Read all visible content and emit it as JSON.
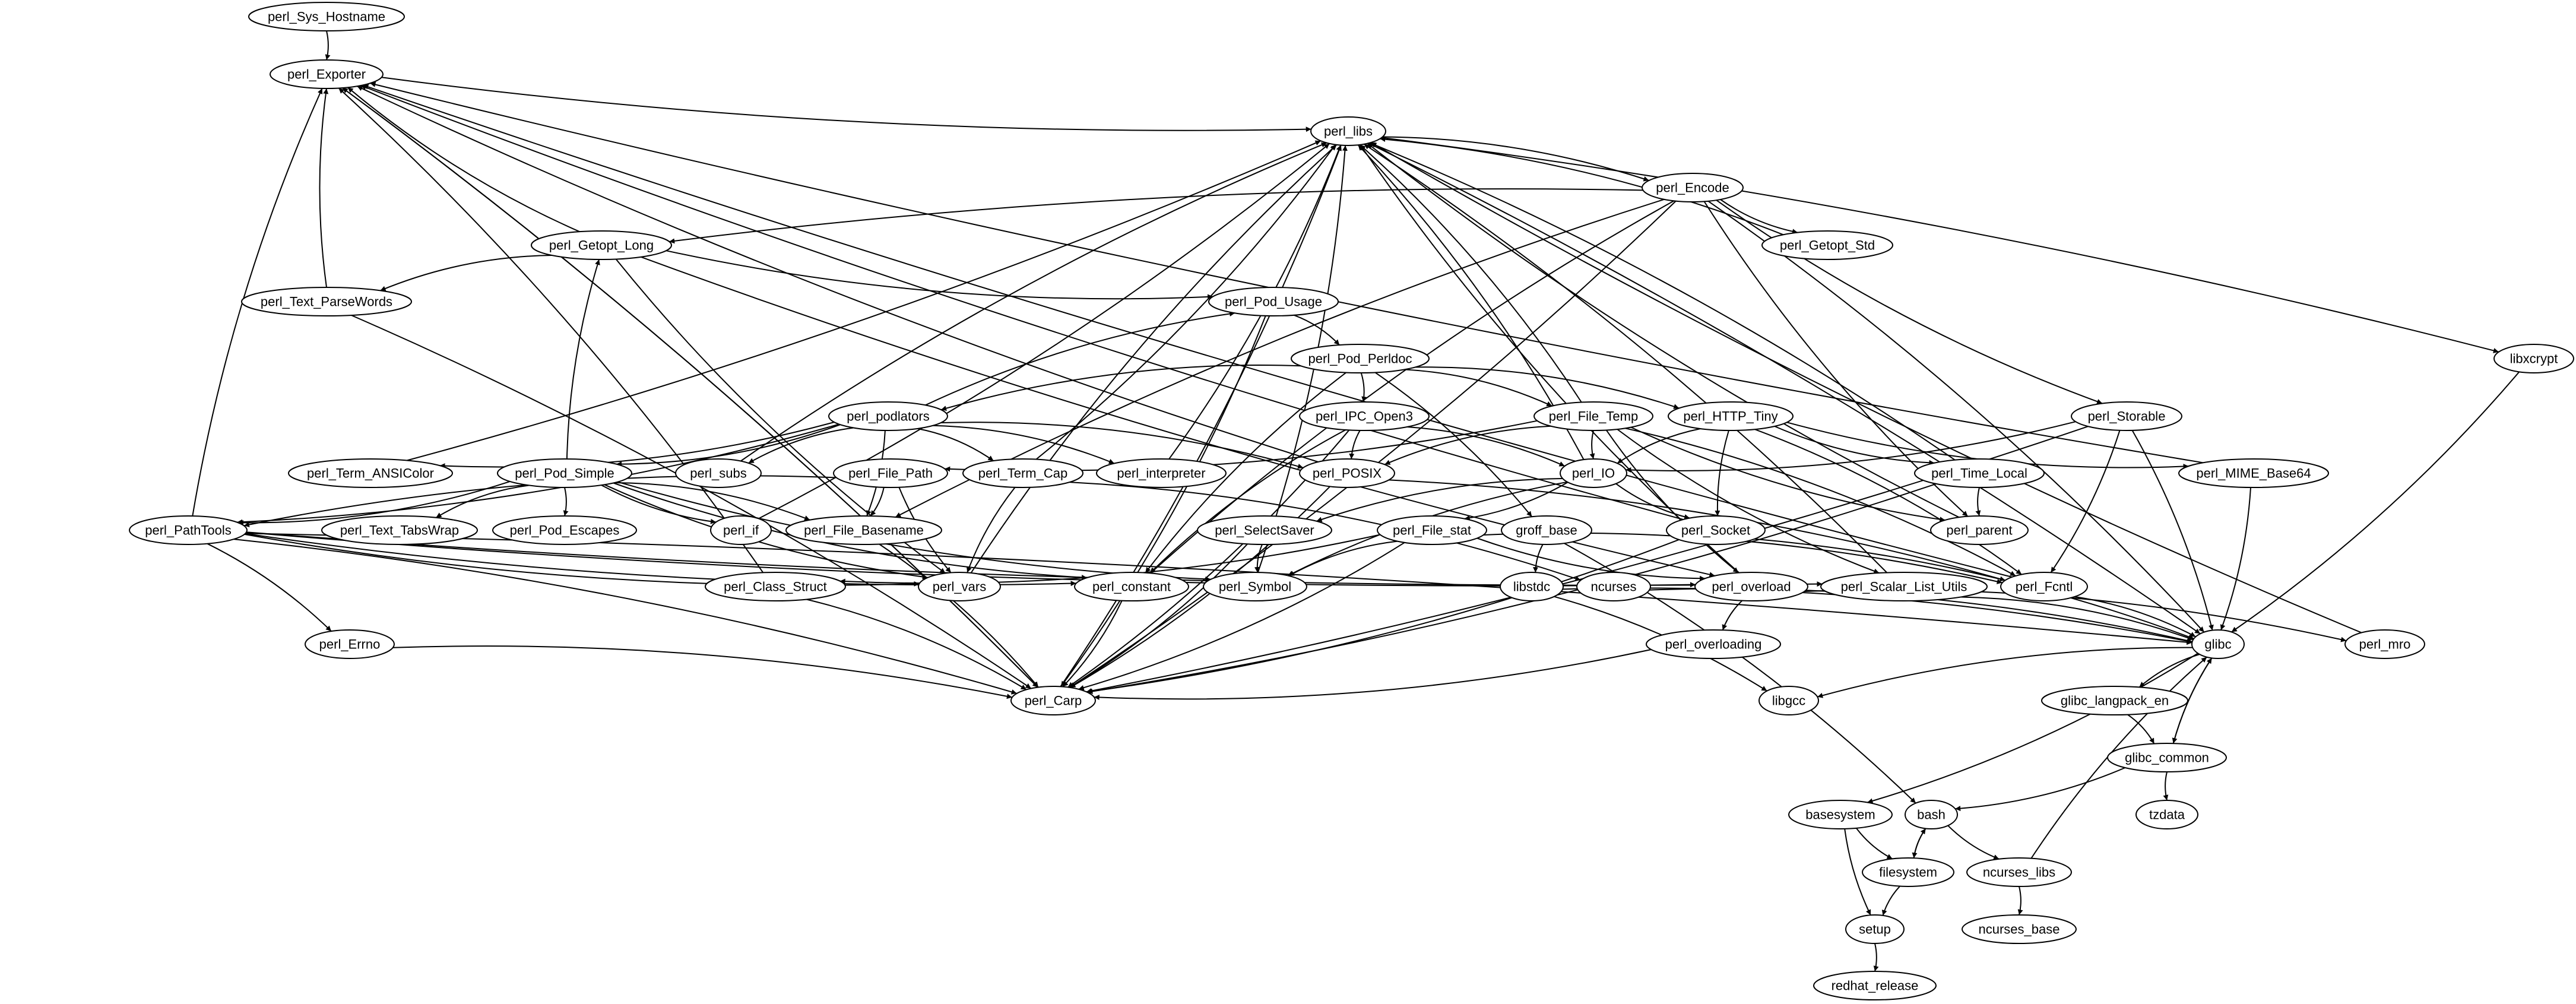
{
  "graph": {
    "type": "package-dependency-graph",
    "colors": {
      "stroke": "#000000",
      "fill": "#ffffff",
      "background": "#ffffff"
    },
    "nodes": {
      "perl_Sys_Hostname": "perl_Sys_Hostname",
      "perl_Exporter": "perl_Exporter",
      "perl_libs": "perl_libs",
      "perl_Encode": "perl_Encode",
      "perl_Getopt_Long": "perl_Getopt_Long",
      "perl_Getopt_Std": "perl_Getopt_Std",
      "perl_Text_ParseWords": "perl_Text_ParseWords",
      "perl_Pod_Usage": "perl_Pod_Usage",
      "libxcrypt": "libxcrypt",
      "perl_Pod_Perldoc": "perl_Pod_Perldoc",
      "perl_podlators": "perl_podlators",
      "perl_IPC_Open3": "perl_IPC_Open3",
      "perl_File_Temp": "perl_File_Temp",
      "perl_HTTP_Tiny": "perl_HTTP_Tiny",
      "perl_Storable": "perl_Storable",
      "perl_Term_ANSIColor": "perl_Term_ANSIColor",
      "perl_Pod_Simple": "perl_Pod_Simple",
      "perl_subs": "perl_subs",
      "perl_File_Path": "perl_File_Path",
      "perl_Term_Cap": "perl_Term_Cap",
      "perl_interpreter": "perl_interpreter",
      "perl_POSIX": "perl_POSIX",
      "perl_IO": "perl_IO",
      "perl_Time_Local": "perl_Time_Local",
      "perl_MIME_Base64": "perl_MIME_Base64",
      "perl_PathTools": "perl_PathTools",
      "perl_Text_TabsWrap": "perl_Text_TabsWrap",
      "perl_Pod_Escapes": "perl_Pod_Escapes",
      "perl_if": "perl_if",
      "perl_File_Basename": "perl_File_Basename",
      "perl_SelectSaver": "perl_SelectSaver",
      "perl_File_stat": "perl_File_stat",
      "groff_base": "groff_base",
      "perl_Socket": "perl_Socket",
      "perl_parent": "perl_parent",
      "perl_Class_Struct": "perl_Class_Struct",
      "perl_vars": "perl_vars",
      "perl_constant": "perl_constant",
      "perl_Symbol": "perl_Symbol",
      "libstdc": "libstdc",
      "ncurses": "ncurses",
      "perl_overload": "perl_overload",
      "perl_Scalar_List_Utils": "perl_Scalar_List_Utils",
      "perl_Fcntl": "perl_Fcntl",
      "perl_Errno": "perl_Errno",
      "perl_overloading": "perl_overloading",
      "glibc": "glibc",
      "perl_mro": "perl_mro",
      "perl_Carp": "perl_Carp",
      "libgcc": "libgcc",
      "glibc_langpack_en": "glibc_langpack_en",
      "glibc_common": "glibc_common",
      "basesystem": "basesystem",
      "bash": "bash",
      "tzdata": "tzdata",
      "filesystem": "filesystem",
      "ncurses_libs": "ncurses_libs",
      "setup": "setup",
      "ncurses_base": "ncurses_base",
      "redhat_release": "redhat_release"
    },
    "edges": [
      [
        "perl_Sys_Hostname",
        "perl_Exporter"
      ],
      [
        "perl_Exporter",
        "perl_libs"
      ],
      [
        "perl_Exporter",
        "perl_Carp"
      ],
      [
        "perl_Carp",
        "perl_Exporter"
      ],
      [
        "perl_Carp",
        "perl_libs"
      ],
      [
        "perl_libs",
        "perl_Encode"
      ],
      [
        "perl_libs",
        "libxcrypt"
      ],
      [
        "libxcrypt",
        "glibc"
      ],
      [
        "perl_libs",
        "glibc"
      ],
      [
        "perl_Encode",
        "perl_Getopt_Long"
      ],
      [
        "perl_Encode",
        "perl_Getopt_Std"
      ],
      [
        "perl_Encode",
        "perl_Storable"
      ],
      [
        "perl_Encode",
        "perl_Carp"
      ],
      [
        "perl_Encode",
        "perl_File_Basename"
      ],
      [
        "perl_Encode",
        "perl_parent"
      ],
      [
        "perl_Encode",
        "glibc"
      ],
      [
        "perl_Encode",
        "perl_constant"
      ],
      [
        "perl_Getopt_Std",
        "perl_libs"
      ],
      [
        "perl_Getopt_Long",
        "perl_Exporter"
      ],
      [
        "perl_Getopt_Long",
        "perl_Text_ParseWords"
      ],
      [
        "perl_Getopt_Long",
        "perl_Pod_Usage"
      ],
      [
        "perl_Getopt_Long",
        "perl_overload"
      ],
      [
        "perl_Getopt_Long",
        "perl_vars"
      ],
      [
        "perl_Text_ParseWords",
        "perl_Exporter"
      ],
      [
        "perl_Text_ParseWords",
        "perl_Carp"
      ],
      [
        "perl_Pod_Usage",
        "perl_Pod_Perldoc"
      ],
      [
        "perl_Pod_Usage",
        "perl_Carp"
      ],
      [
        "perl_Pod_Perldoc",
        "perl_podlators"
      ],
      [
        "perl_Pod_Perldoc",
        "perl_IPC_Open3"
      ],
      [
        "perl_Pod_Perldoc",
        "perl_File_Temp"
      ],
      [
        "perl_Pod_Perldoc",
        "perl_HTTP_Tiny"
      ],
      [
        "perl_Pod_Perldoc",
        "groff_base"
      ],
      [
        "perl_Pod_Perldoc",
        "perl_constant"
      ],
      [
        "perl_podlators",
        "perl_Pod_Usage"
      ],
      [
        "perl_podlators",
        "perl_Term_ANSIColor"
      ],
      [
        "perl_podlators",
        "perl_Pod_Simple"
      ],
      [
        "perl_podlators",
        "perl_subs"
      ],
      [
        "perl_podlators",
        "perl_File_Basename"
      ],
      [
        "perl_podlators",
        "perl_Term_Cap"
      ],
      [
        "perl_podlators",
        "perl_interpreter"
      ],
      [
        "perl_podlators",
        "perl_POSIX"
      ],
      [
        "perl_podlators",
        "perl_PathTools"
      ],
      [
        "perl_Term_ANSIColor",
        "perl_libs"
      ],
      [
        "perl_subs",
        "perl_libs"
      ],
      [
        "perl_interpreter",
        "perl_libs"
      ],
      [
        "perl_Term_Cap",
        "perl_libs"
      ],
      [
        "perl_Term_Cap",
        "perl_vars"
      ],
      [
        "perl_Term_Cap",
        "ncurses"
      ],
      [
        "perl_Pod_Simple",
        "perl_Getopt_Long"
      ],
      [
        "perl_Pod_Simple",
        "perl_Text_TabsWrap"
      ],
      [
        "perl_Pod_Simple",
        "perl_Pod_Escapes"
      ],
      [
        "perl_Pod_Simple",
        "perl_if"
      ],
      [
        "perl_Pod_Simple",
        "perl_File_Basename"
      ],
      [
        "perl_Pod_Simple",
        "perl_Symbol"
      ],
      [
        "perl_Pod_Simple",
        "perl_constant"
      ],
      [
        "perl_Pod_Simple",
        "perl_vars"
      ],
      [
        "perl_Pod_Simple",
        "perl_PathTools"
      ],
      [
        "perl_if",
        "perl_libs"
      ],
      [
        "perl_File_Path",
        "perl_PathTools"
      ],
      [
        "perl_File_Path",
        "perl_File_Basename"
      ],
      [
        "perl_File_Path",
        "perl_vars"
      ],
      [
        "perl_IPC_Open3",
        "perl_POSIX"
      ],
      [
        "perl_IPC_Open3",
        "perl_IO"
      ],
      [
        "perl_IPC_Open3",
        "perl_constant"
      ],
      [
        "perl_IPC_Open3",
        "perl_Carp"
      ],
      [
        "perl_File_Temp",
        "perl_POSIX"
      ],
      [
        "perl_File_Temp",
        "perl_IO"
      ],
      [
        "perl_File_Temp",
        "perl_File_Path"
      ],
      [
        "perl_File_Temp",
        "perl_libs"
      ],
      [
        "perl_File_Temp",
        "perl_Fcntl"
      ],
      [
        "perl_File_Temp",
        "perl_parent"
      ],
      [
        "perl_File_Temp",
        "perl_overload"
      ],
      [
        "perl_File_Temp",
        "perl_Scalar_List_Utils"
      ],
      [
        "perl_HTTP_Tiny",
        "perl_IO"
      ],
      [
        "perl_HTTP_Tiny",
        "perl_Socket"
      ],
      [
        "perl_HTTP_Tiny",
        "perl_Time_Local"
      ],
      [
        "perl_HTTP_Tiny",
        "perl_MIME_Base64"
      ],
      [
        "perl_HTTP_Tiny",
        "perl_Fcntl"
      ],
      [
        "perl_Storable",
        "perl_IO"
      ],
      [
        "perl_Storable",
        "perl_Fcntl"
      ],
      [
        "perl_Storable",
        "glibc"
      ],
      [
        "perl_Storable",
        "perl_Carp"
      ],
      [
        "perl_Time_Local",
        "perl_parent"
      ],
      [
        "perl_Time_Local",
        "perl_libs"
      ],
      [
        "perl_Time_Local",
        "perl_Carp"
      ],
      [
        "perl_MIME_Base64",
        "glibc"
      ],
      [
        "perl_MIME_Base64",
        "perl_Exporter"
      ],
      [
        "perl_POSIX",
        "perl_Exporter"
      ],
      [
        "perl_POSIX",
        "perl_Fcntl"
      ],
      [
        "perl_POSIX",
        "perl_Carp"
      ],
      [
        "perl_IO",
        "perl_SelectSaver"
      ],
      [
        "perl_IO",
        "perl_File_stat"
      ],
      [
        "perl_IO",
        "perl_Socket"
      ],
      [
        "perl_IO",
        "perl_libs"
      ],
      [
        "perl_IO",
        "perl_Symbol"
      ],
      [
        "perl_SelectSaver",
        "perl_Symbol"
      ],
      [
        "perl_SelectSaver",
        "perl_Carp"
      ],
      [
        "perl_File_stat",
        "perl_Symbol"
      ],
      [
        "perl_File_stat",
        "perl_Class_Struct"
      ],
      [
        "perl_File_stat",
        "perl_overload"
      ],
      [
        "perl_File_stat",
        "perl_Fcntl"
      ],
      [
        "perl_File_stat",
        "perl_Carp"
      ],
      [
        "groff_base",
        "libstdc"
      ],
      [
        "groff_base",
        "bash"
      ],
      [
        "perl_Socket",
        "perl_Exporter"
      ],
      [
        "perl_Socket",
        "perl_Carp"
      ],
      [
        "perl_Socket",
        "glibc"
      ],
      [
        "perl_PathTools",
        "perl_Exporter"
      ],
      [
        "perl_PathTools",
        "perl_Errno"
      ],
      [
        "perl_PathTools",
        "perl_Carp"
      ],
      [
        "perl_PathTools",
        "perl_constant"
      ],
      [
        "perl_PathTools",
        "perl_vars"
      ],
      [
        "perl_PathTools",
        "perl_overload"
      ],
      [
        "perl_PathTools",
        "perl_Scalar_List_Utils"
      ],
      [
        "perl_PathTools",
        "glibc"
      ],
      [
        "perl_Class_Struct",
        "perl_Exporter"
      ],
      [
        "perl_Class_Struct",
        "perl_Carp"
      ],
      [
        "perl_File_Basename",
        "perl_Carp"
      ],
      [
        "perl_constant",
        "perl_Carp"
      ],
      [
        "perl_vars",
        "perl_libs"
      ],
      [
        "perl_Symbol",
        "perl_libs"
      ],
      [
        "perl_Errno",
        "perl_Carp"
      ],
      [
        "libstdc",
        "glibc"
      ],
      [
        "libstdc",
        "libgcc"
      ],
      [
        "ncurses",
        "glibc"
      ],
      [
        "perl_overload",
        "perl_overloading"
      ],
      [
        "perl_overload",
        "perl_mro"
      ],
      [
        "perl_overload",
        "perl_libs"
      ],
      [
        "perl_overloading",
        "perl_Carp"
      ],
      [
        "perl_Scalar_List_Utils",
        "glibc"
      ],
      [
        "perl_Scalar_List_Utils",
        "perl_libs"
      ],
      [
        "perl_Fcntl",
        "glibc"
      ],
      [
        "perl_Fcntl",
        "perl_Exporter"
      ],
      [
        "perl_mro",
        "perl_libs"
      ],
      [
        "glibc",
        "glibc_langpack_en"
      ],
      [
        "glibc",
        "glibc_common"
      ],
      [
        "glibc_common",
        "glibc"
      ],
      [
        "glibc",
        "basesystem"
      ],
      [
        "glibc",
        "libgcc"
      ],
      [
        "glibc_langpack_en",
        "glibc_common"
      ],
      [
        "glibc_common",
        "bash"
      ],
      [
        "glibc_common",
        "tzdata"
      ],
      [
        "basesystem",
        "filesystem"
      ],
      [
        "basesystem",
        "setup"
      ],
      [
        "bash",
        "filesystem"
      ],
      [
        "filesystem",
        "bash"
      ],
      [
        "bash",
        "ncurses_libs"
      ],
      [
        "filesystem",
        "setup"
      ],
      [
        "ncurses_libs",
        "ncurses_base"
      ],
      [
        "ncurses_libs",
        "glibc"
      ],
      [
        "setup",
        "redhat_release"
      ],
      [
        "perl_parent",
        "perl_libs"
      ]
    ]
  }
}
